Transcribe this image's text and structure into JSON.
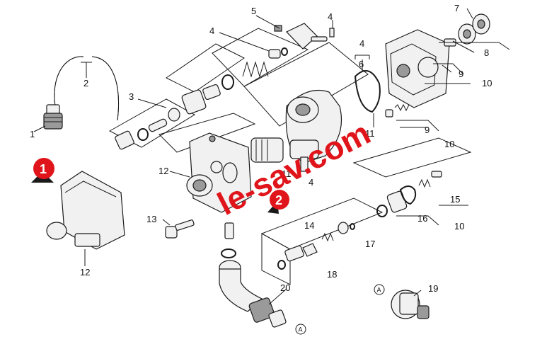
{
  "labels": {
    "n1": "1",
    "n2": "2",
    "n3": "3",
    "n4a": "4",
    "n4b": "4",
    "n4c": "4",
    "n4d": "4",
    "n5": "5",
    "n6": "6",
    "n7": "7",
    "n8": "8",
    "n9a": "9",
    "n9b": "9",
    "n10a": "10",
    "n10b": "10",
    "n10c": "10",
    "n11a": "11",
    "n11b": "11",
    "n12a": "12",
    "n12b": "12",
    "n13": "13",
    "n14": "14",
    "n15": "15",
    "n16": "16",
    "n17": "17",
    "n18": "18",
    "n19": "19",
    "n20": "20"
  },
  "callouts": {
    "a1": "A",
    "a2": "A"
  },
  "badges": {
    "b1": "1",
    "b2": "2"
  },
  "watermark": "le-sav.com",
  "colors": {
    "accent": "#e0151b",
    "line": "#1a1a1a",
    "fill": "#f1f1f1"
  }
}
